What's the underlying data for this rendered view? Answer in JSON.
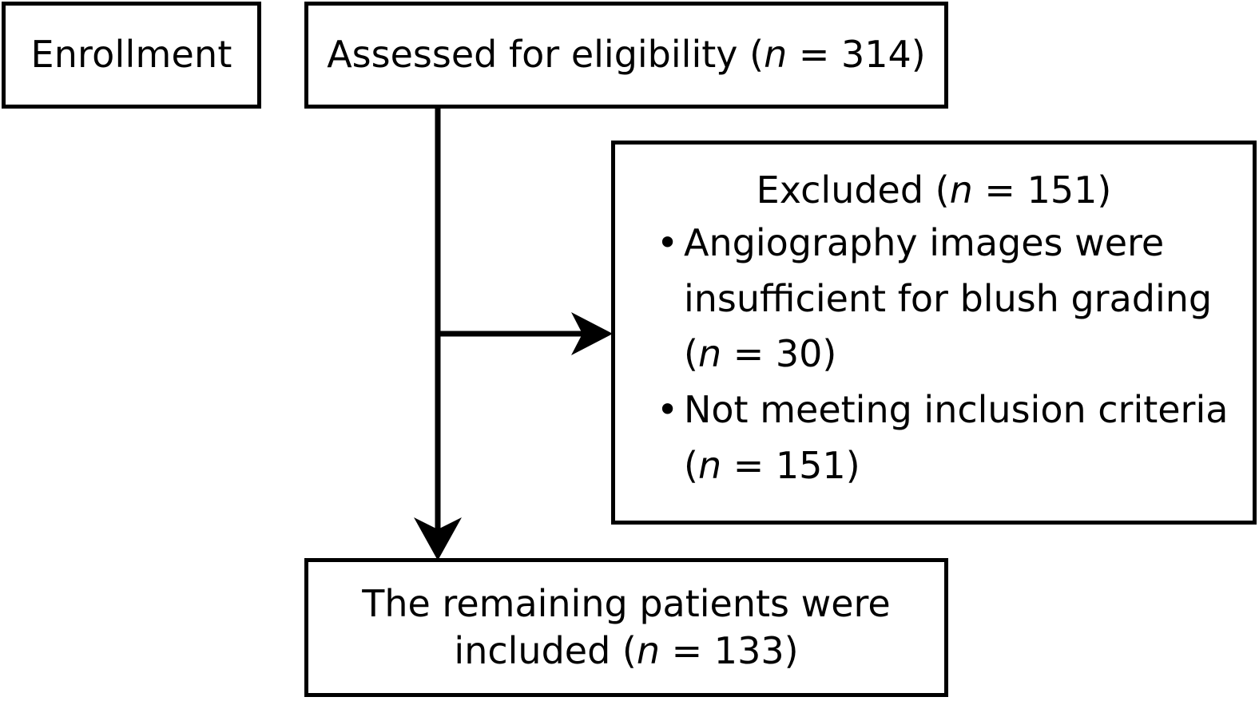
{
  "diagram": {
    "title": "CONSORT participant flow diagram",
    "stroke_color": "#000000",
    "background_color": "#ffffff",
    "stage_label": "Enrollment",
    "boxes": {
      "enrollment": {
        "label": "Enrollment"
      },
      "assessed": {
        "text_prefix": "Assessed for eligibility (",
        "n_symbol": "n",
        "text_suffix": " = 314)",
        "count": 314
      },
      "excluded": {
        "heading_prefix": "Excluded (",
        "n_symbol": "n",
        "heading_suffix": " = 151)",
        "count": 151,
        "bullet_glyph": "•",
        "items": [
          {
            "text": "Angiography images were insufficient for blush grading (",
            "n_symbol": "n",
            "text_suffix": " = 30)",
            "count": 30
          },
          {
            "text": "Not meeting inclusion criteria (",
            "n_symbol": "n",
            "text_suffix": " = 151)",
            "count": 151
          }
        ]
      },
      "included": {
        "line1": "The remaining patients were",
        "line2_prefix": "included (",
        "n_symbol": "n",
        "line2_suffix": " = 133)",
        "count": 133
      }
    },
    "connectors": [
      {
        "name": "assessed-to-included",
        "kind": "vertical-arrow"
      },
      {
        "name": "assessed-to-excluded",
        "kind": "horizontal-arrow"
      }
    ]
  }
}
